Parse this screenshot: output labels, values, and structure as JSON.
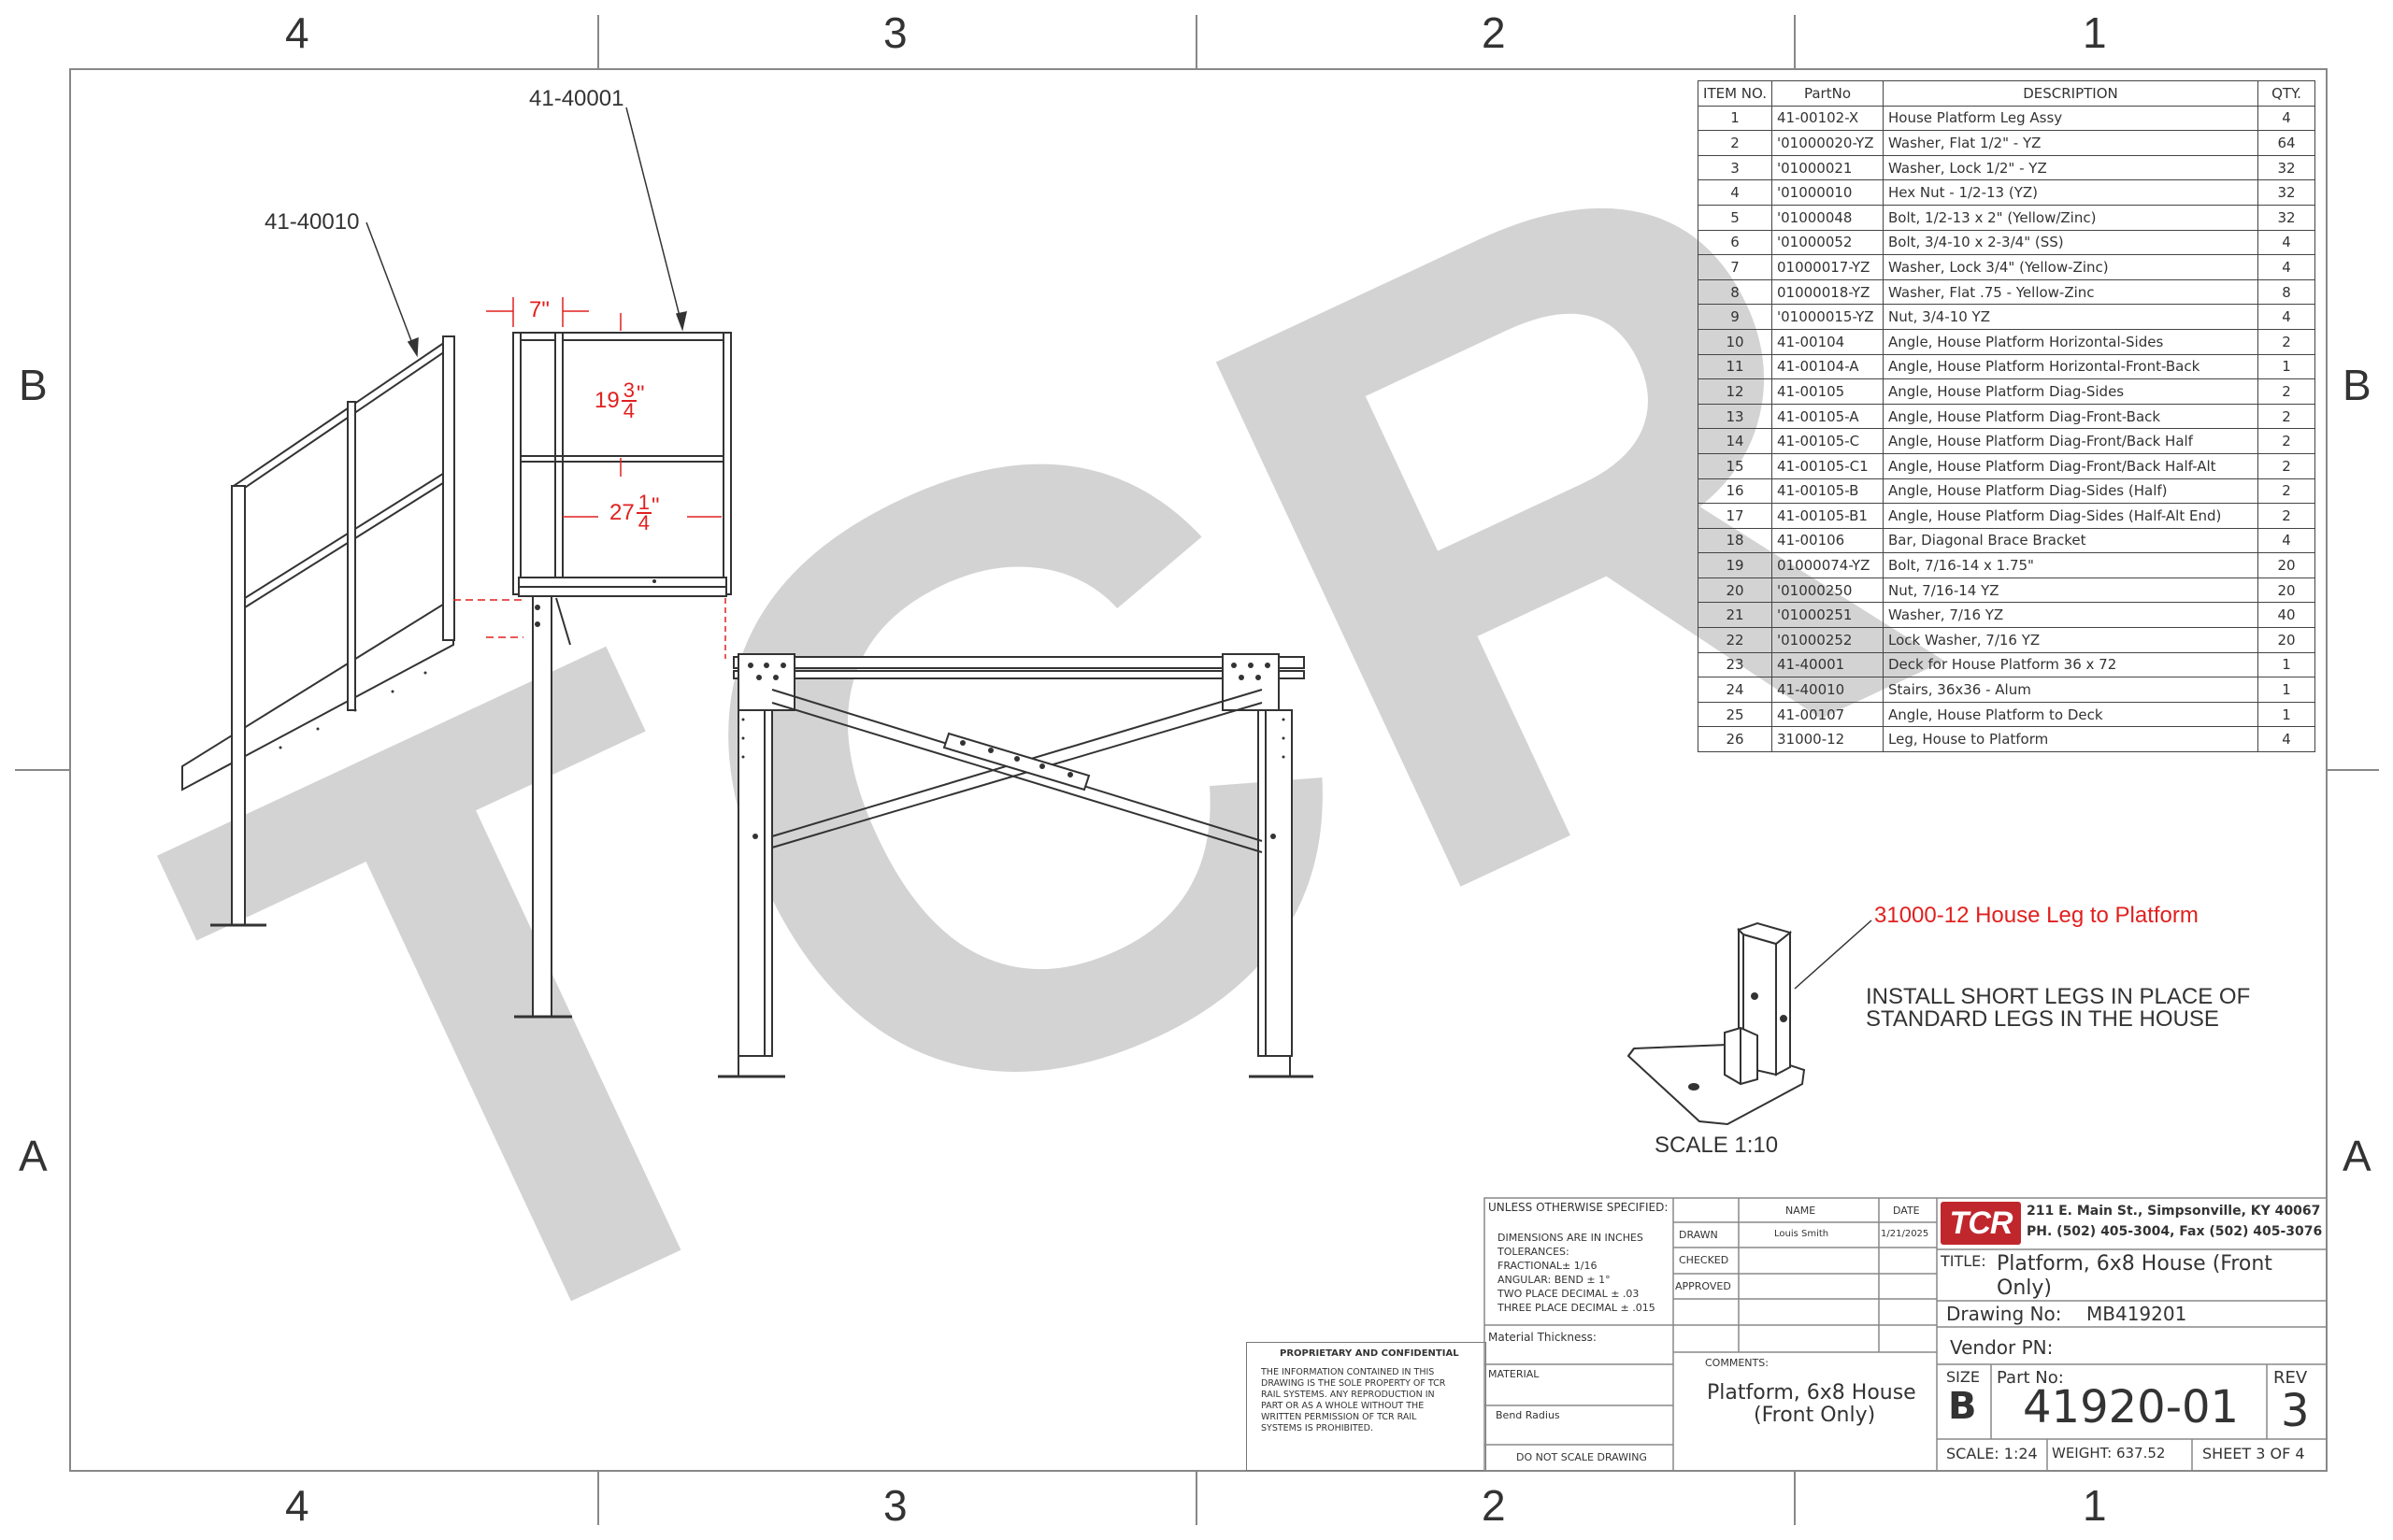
{
  "zones": {
    "top": [
      "4",
      "3",
      "2",
      "1"
    ],
    "bottom": [
      "4",
      "3",
      "2",
      "1"
    ],
    "left": [
      "B",
      "A"
    ],
    "right": [
      "B",
      "A"
    ]
  },
  "watermark": "TCR",
  "callouts": {
    "platform": "41-40001",
    "stairs": "41-40010"
  },
  "dimensions": {
    "rail_offset": "7\"",
    "rail_height_whole": "19",
    "rail_height_num": "3",
    "rail_height_den": "4",
    "rail_height_unit": "\"",
    "width_whole": "27",
    "width_num": "1",
    "width_den": "4",
    "width_unit": "\""
  },
  "bom": {
    "headers": [
      "ITEM NO.",
      "PartNo",
      "DESCRIPTION",
      "QTY."
    ],
    "rows": [
      [
        "1",
        "41-00102-X",
        "House Platform Leg Assy",
        "4"
      ],
      [
        "2",
        "'01000020-YZ",
        "Washer, Flat 1/2\" - YZ",
        "64"
      ],
      [
        "3",
        "'01000021",
        "Washer, Lock 1/2\" - YZ",
        "32"
      ],
      [
        "4",
        "'01000010",
        "Hex Nut - 1/2-13 (YZ)",
        "32"
      ],
      [
        "5",
        "'01000048",
        "Bolt, 1/2-13 x 2\" (Yellow/Zinc)",
        "32"
      ],
      [
        "6",
        "'01000052",
        "Bolt, 3/4-10 x 2-3/4\" (SS)",
        "4"
      ],
      [
        "7",
        "01000017-YZ",
        "Washer, Lock 3/4\" (Yellow-Zinc)",
        "4"
      ],
      [
        "8",
        "01000018-YZ",
        "Washer, Flat .75 - Yellow-Zinc",
        "8"
      ],
      [
        "9",
        "'01000015-YZ",
        "Nut, 3/4-10 YZ",
        "4"
      ],
      [
        "10",
        "41-00104",
        "Angle, House Platform Horizontal-Sides",
        "2"
      ],
      [
        "11",
        "41-00104-A",
        "Angle, House Platform Horizontal-Front-Back",
        "1"
      ],
      [
        "12",
        "41-00105",
        "Angle, House Platform Diag-Sides",
        "2"
      ],
      [
        "13",
        "41-00105-A",
        "Angle, House Platform Diag-Front-Back",
        "2"
      ],
      [
        "14",
        "41-00105-C",
        "Angle, House Platform Diag-Front/Back Half",
        "2"
      ],
      [
        "15",
        "41-00105-C1",
        "Angle, House Platform Diag-Front/Back Half-Alt",
        "2"
      ],
      [
        "16",
        "41-00105-B",
        "Angle, House Platform Diag-Sides (Half)",
        "2"
      ],
      [
        "17",
        "41-00105-B1",
        "Angle, House Platform Diag-Sides (Half-Alt End)",
        "2"
      ],
      [
        "18",
        "41-00106",
        "Bar, Diagonal Brace Bracket",
        "4"
      ],
      [
        "19",
        "01000074-YZ",
        "Bolt, 7/16-14 x 1.75\"",
        "20"
      ],
      [
        "20",
        "'01000250",
        "Nut, 7/16-14 YZ",
        "20"
      ],
      [
        "21",
        "'01000251",
        "Washer, 7/16 YZ",
        "40"
      ],
      [
        "22",
        "'01000252",
        "Lock Washer, 7/16 YZ",
        "20"
      ],
      [
        "23",
        "41-40001",
        "Deck for House Platform 36 x 72",
        "1"
      ],
      [
        "24",
        "41-40010",
        "Stairs, 36x36 - Alum",
        "1"
      ],
      [
        "25",
        "41-00107",
        "Angle, House Platform to Deck",
        "1"
      ],
      [
        "26",
        "31000-12",
        "Leg, House to Platform",
        "4"
      ]
    ]
  },
  "detail": {
    "label": "31000-12 House Leg to Platform",
    "note_line1": "INSTALL SHORT LEGS IN PLACE OF",
    "note_line2": "STANDARD LEGS IN THE HOUSE",
    "scale": "SCALE 1:10"
  },
  "proprietary": {
    "heading": "PROPRIETARY AND CONFIDENTIAL",
    "lines": [
      "THE INFORMATION CONTAINED IN THIS",
      "DRAWING IS THE SOLE PROPERTY OF TCR",
      "RAIL SYSTEMS.  ANY REPRODUCTION IN",
      "PART OR AS A WHOLE WITHOUT THE",
      "WRITTEN PERMISSION OF TCR RAIL",
      "SYSTEMS IS PROHIBITED."
    ]
  },
  "titleblock": {
    "unless": "UNLESS OTHERWISE SPECIFIED:",
    "dim_lines": [
      "DIMENSIONS ARE IN INCHES",
      "TOLERANCES:",
      "FRACTIONAL± 1/16",
      "ANGULAR: BEND ± 1°",
      "TWO PLACE DECIMAL   ± .03",
      "THREE PLACE DECIMAL  ± .015"
    ],
    "material_thickness": "Material Thickness:",
    "material": "MATERIAL",
    "bend_radius": "Bend Radius",
    "do_not_scale": "DO NOT SCALE DRAWING",
    "name_header": "NAME",
    "date_header": "DATE",
    "drawn_label": "DRAWN",
    "drawn_name": "Louis Smith",
    "drawn_date": "1/21/2025",
    "checked_label": "CHECKED",
    "approved_label": "APPROVED",
    "comments_label": "COMMENTS:",
    "comments_line1": "Platform, 6x8 House",
    "comments_line2": "(Front Only)",
    "logo_text": "TCR",
    "address": "211 E. Main St., Simpsonville, KY  40067",
    "phone": "PH. (502) 405-3004, Fax (502) 405-3076",
    "title_label": "TITLE:",
    "title_line1": "Platform, 6x8 House (Front",
    "title_line2": "Only)",
    "drawing_no_label": "Drawing No:",
    "drawing_no": "MB419201",
    "vendor_pn_label": "Vendor PN:",
    "size_label": "SIZE",
    "size": "B",
    "part_no_label": "Part No:",
    "part_no": "41920-01",
    "rev_label": "REV",
    "rev": "3",
    "scale": "SCALE: 1:24",
    "weight": "WEIGHT: 637.52",
    "sheet": "SHEET 3 OF 4"
  },
  "colors": {
    "red": "#e0201f",
    "line": "#333333",
    "watermark": "#d3d3d3",
    "logo_bg": "#c0272d"
  }
}
